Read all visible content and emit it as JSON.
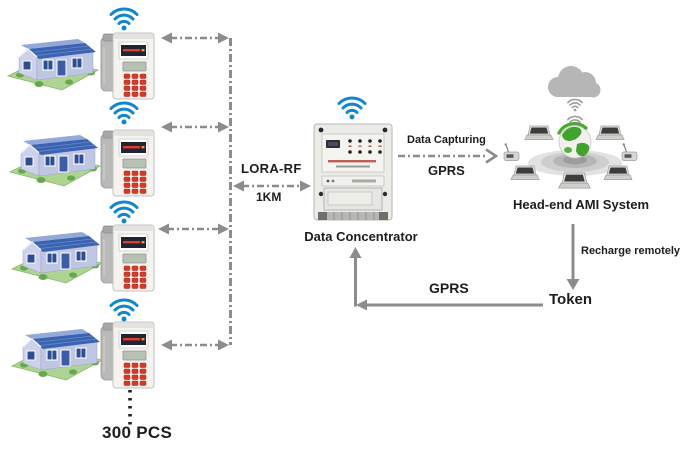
{
  "diagram": {
    "title": "AMI smart metering system architecture",
    "labels": {
      "lora_rf": "LORA-RF",
      "lora_range": "1KM",
      "concentrator": "Data Concentrator",
      "data_capturing": "Data Capturing",
      "gprs_uplink": "GPRS",
      "gprs_downlink": "GPRS",
      "head_end": "Head-end AMI System",
      "recharge": "Recharge remotely",
      "token": "Token",
      "meter_count": "300 PCS"
    },
    "left_cluster": {
      "house_count": 4,
      "houses": [
        {
          "id": 1
        },
        {
          "id": 2
        },
        {
          "id": 3
        },
        {
          "id": 4
        }
      ]
    },
    "icons": [
      "wifi-icon",
      "house-icon",
      "smart-meter-icon",
      "cloud-icon",
      "globe-icon",
      "laptop-icon",
      "handheld-terminal-icon"
    ],
    "colors": {
      "arrow_gray": "#8c8c8c",
      "wifi_blue": "#0e86d0",
      "roof_blue": "#3a63b2",
      "lawn_green": "#aed494",
      "globe_green": "#3fa32e",
      "keypad_red": "#d23b28",
      "text": "#1d1d1d",
      "device_gray": "#ebebe8"
    }
  }
}
